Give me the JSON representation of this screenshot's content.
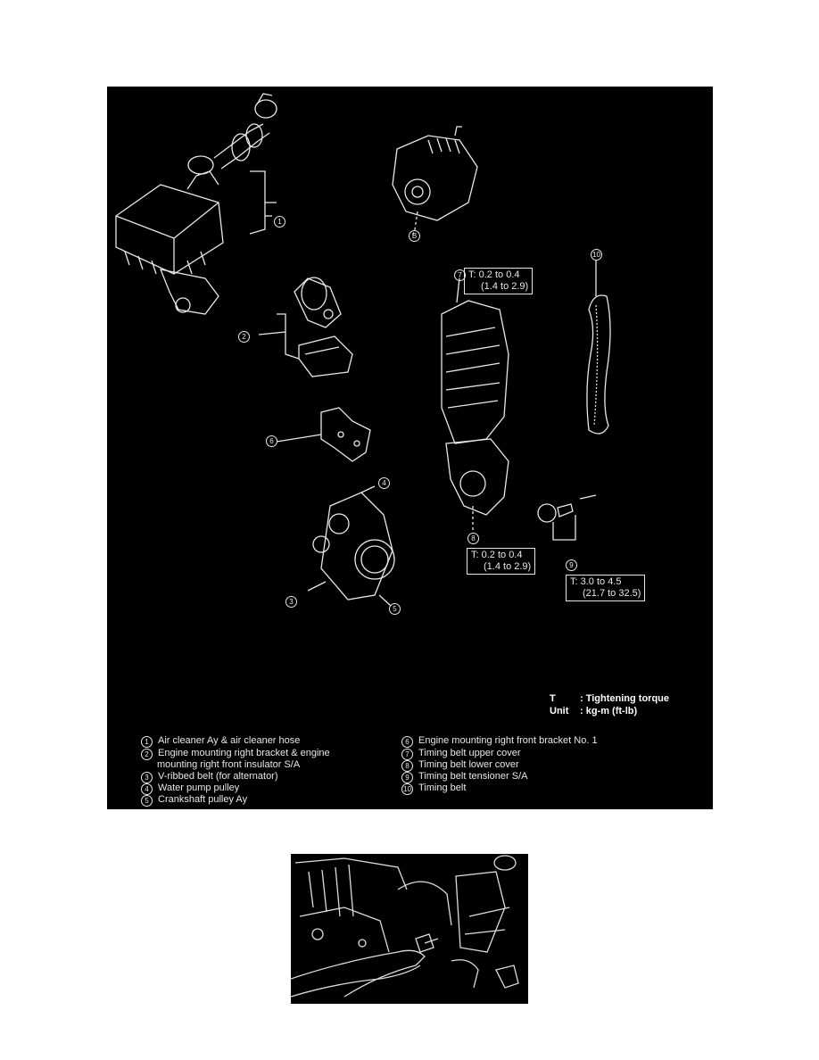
{
  "diagram": {
    "callouts": {
      "c1": "1",
      "c2": "2",
      "c3": "3",
      "c4": "4",
      "c5": "5",
      "c6": "6",
      "c7": "7",
      "c8": "8",
      "c9": "9",
      "c10": "10",
      "cB": "B"
    },
    "torque_boxes": {
      "upper_cover": {
        "line1": "T: 0.2 to 0.4",
        "line2": "(1.4 to 2.9)"
      },
      "lower_cover": {
        "line1": "T: 0.2 to 0.4",
        "line2": "(1.4 to 2.9)"
      },
      "tensioner": {
        "line1": "T: 3.0 to 4.5",
        "line2": "(21.7 to 32.5)"
      }
    },
    "key": {
      "t_symbol": "T",
      "t_desc": ": Tightening torque",
      "unit_label": "Unit",
      "unit_desc": ": kg-m (ft-lb)"
    },
    "legend": [
      {
        "num": "1",
        "text": "Air cleaner Ay & air cleaner hose"
      },
      {
        "num": "2",
        "text": "Engine mounting right bracket & engine"
      },
      {
        "num": "",
        "text": "mounting right front insulator S/A"
      },
      {
        "num": "3",
        "text": "V-ribbed belt (for alternator)"
      },
      {
        "num": "4",
        "text": "Water pump pulley"
      },
      {
        "num": "5",
        "text": "Crankshaft pulley Ay"
      },
      {
        "num": "6",
        "text": "Engine mounting right front bracket No. 1"
      },
      {
        "num": "7",
        "text": "Timing belt upper cover"
      },
      {
        "num": "8",
        "text": "Timing belt lower cover"
      },
      {
        "num": "9",
        "text": "Timing belt tensioner S/A"
      },
      {
        "num": "10",
        "text": "Timing belt"
      }
    ]
  },
  "colors": {
    "background": "#000000",
    "line_art": "#e8e8e8",
    "page": "#ffffff"
  }
}
